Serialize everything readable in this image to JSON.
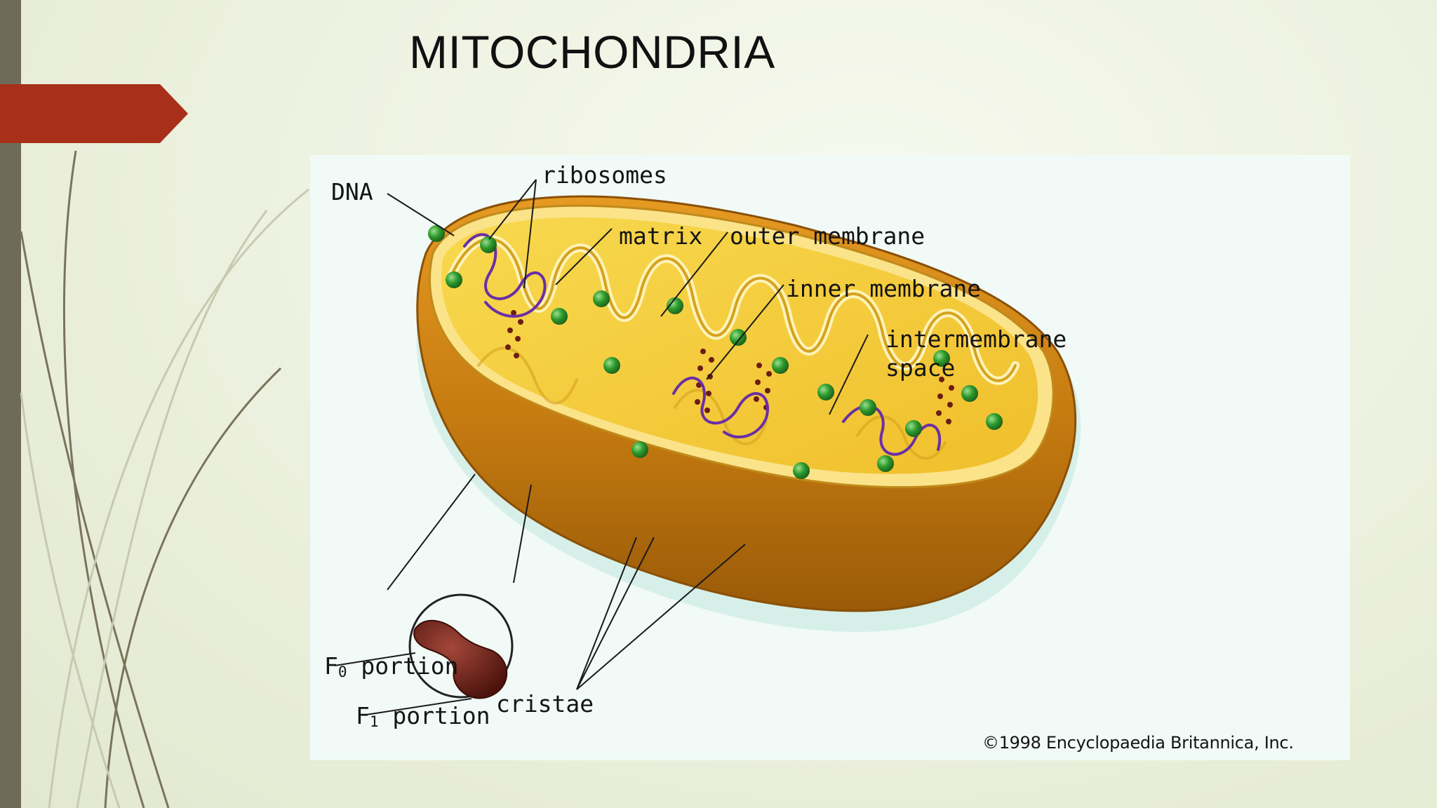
{
  "slide": {
    "title": "MITOCHONDRIA",
    "accent_color": "#a8301a",
    "sidebar_color": "#6f6a58"
  },
  "diagram": {
    "labels": {
      "dna": "DNA",
      "ribosomes": "ribosomes",
      "matrix": "matrix",
      "outer_membrane": "outer membrane",
      "inner_membrane": "inner membrane",
      "intermembrane_line1": "intermembrane",
      "intermembrane_line2": "space",
      "f0_letter": "F",
      "f0_sub": "0",
      "f0_word": "portion",
      "f1_letter": "F",
      "f1_sub": "1",
      "f1_word": "portion",
      "cristae": "cristae"
    },
    "copyright": "©1998 Encyclopaedia Britannica, Inc.",
    "colors": {
      "outer_shell": "#c47a10",
      "membrane": "#f5c93a",
      "ribosome": "#2d9a2d",
      "dna": "#6a2fa6",
      "atp_synthase": "#6b1d14"
    }
  }
}
